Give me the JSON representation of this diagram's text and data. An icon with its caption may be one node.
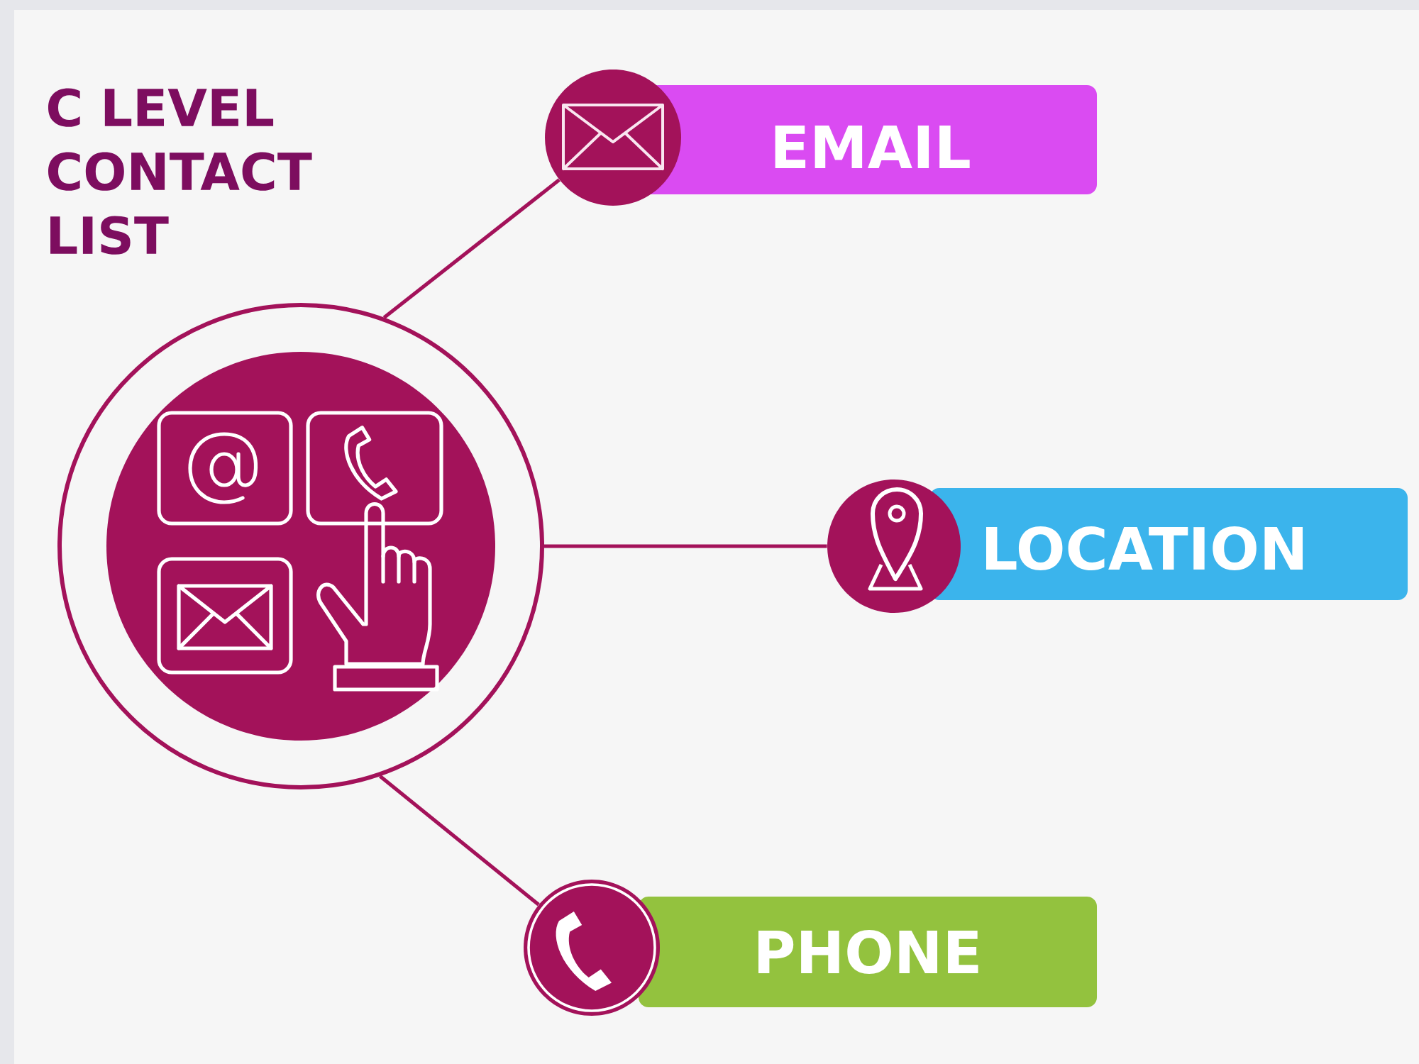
{
  "diagram": {
    "title": "C LEVEL CONTACT LIST",
    "nodes": [
      {
        "text": [],
        "shape": "circle"
      },
      {
        "text": [],
        "shape": "circle"
      },
      {
        "text": [
          "EMAIL"
        ]
      },
      {
        "text": [],
        "shape": "circle"
      },
      {
        "text": [
          "LOCATION"
        ]
      },
      {
        "text": [],
        "shape": "circle"
      },
      {
        "text": [
          "PHONE"
        ]
      }
    ],
    "edges": [
      {
        "from": 0,
        "to": 1,
        "arrow": "none"
      },
      {
        "from": 0,
        "to": 3,
        "arrow": "none"
      },
      {
        "from": 0,
        "to": 5,
        "arrow": "none"
      }
    ]
  }
}
